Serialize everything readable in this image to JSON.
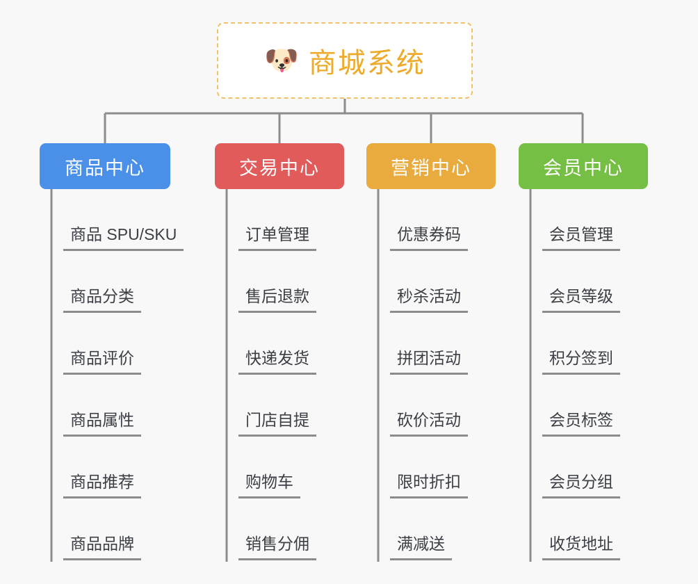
{
  "background_color": "#f8f8f8",
  "root": {
    "icon": "shiba-dog-face",
    "icon_glyph": "🐶",
    "title": "商城系统",
    "title_color": "#edaa2b",
    "border_color": "#f2c166",
    "background": "#ffffff"
  },
  "connector_color": "#8c8c8c",
  "leaf_text_color": "#3b3f45",
  "branches": [
    {
      "label": "商品中心",
      "color": "#4a90e8",
      "leaves": [
        "商品 SPU/SKU",
        "商品分类",
        "商品评价",
        "商品属性",
        "商品推荐",
        "商品品牌"
      ]
    },
    {
      "label": "交易中心",
      "color": "#e15b5b",
      "leaves": [
        "订单管理",
        "售后退款",
        "快递发货",
        "门店自提",
        "购物车",
        "销售分佣"
      ]
    },
    {
      "label": "营销中心",
      "color": "#e9ab3d",
      "leaves": [
        "优惠券码",
        "秒杀活动",
        "拼团活动",
        "砍价活动",
        "限时折扣",
        "满减送"
      ]
    },
    {
      "label": "会员中心",
      "color": "#76bf45",
      "leaves": [
        "会员管理",
        "会员等级",
        "积分签到",
        "会员标签",
        "会员分组",
        "收货地址"
      ]
    }
  ]
}
